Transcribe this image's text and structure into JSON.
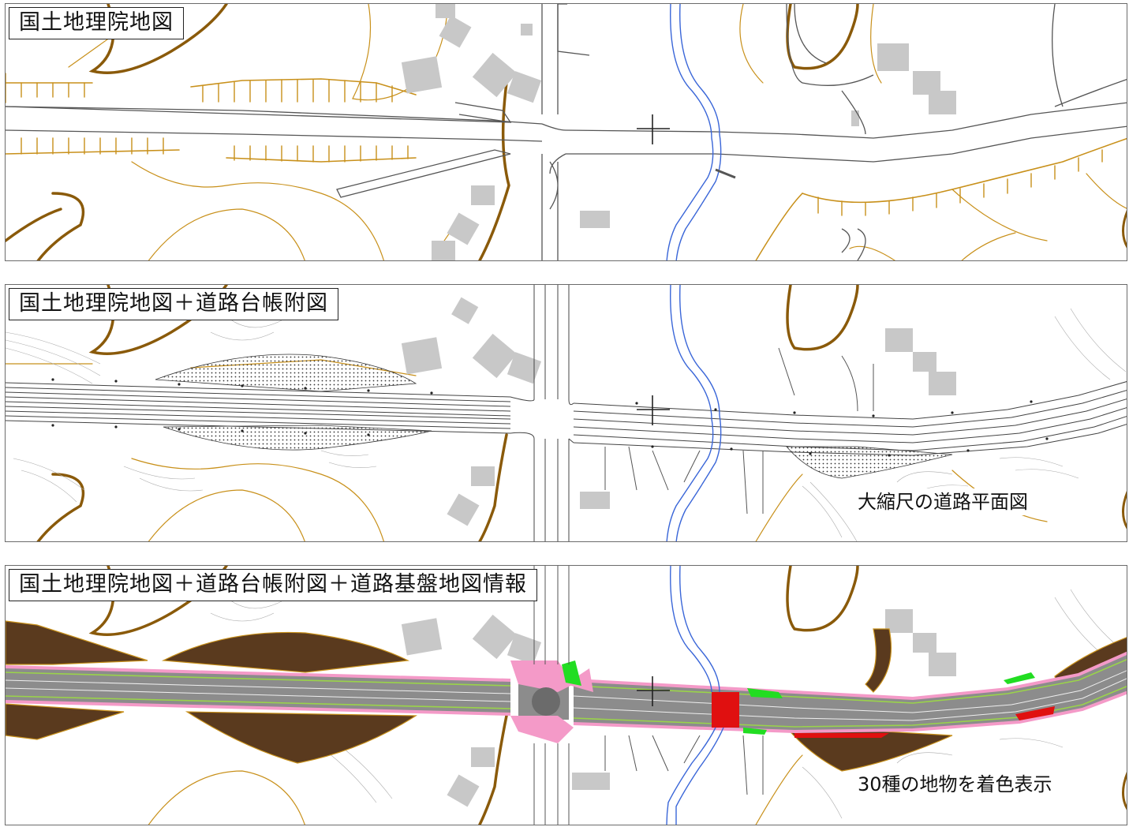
{
  "panels": [
    {
      "title": "国土地理院地図",
      "note": ""
    },
    {
      "title": "国土地理院地図＋道路台帳附図",
      "note": "大縮尺の道路平面図"
    },
    {
      "title": "国土地理院地図＋道路台帳附図＋道路基盤地図情報",
      "note": "30種の地物を着色表示"
    }
  ],
  "colors": {
    "contour": "#c8901a",
    "contour_dark": "#8a5a0a",
    "river": "#3a66d8",
    "road_outline": "#555555",
    "building": "#c8c8c8",
    "earthwork_brown": "#5a3a1e",
    "road_surface_gray": "#8c8c8c",
    "sidewalk_pink": "#f49ac8",
    "lane_green": "#9ad34a",
    "bridge_red": "#e01010",
    "planting_green": "#22dd22"
  }
}
